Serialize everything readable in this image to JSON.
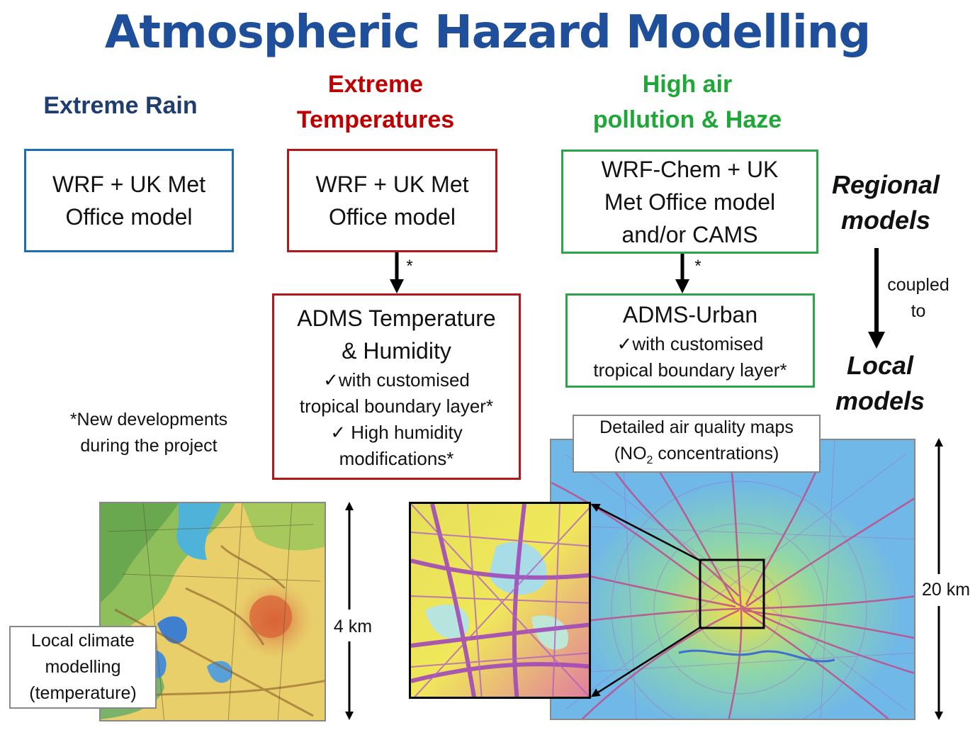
{
  "title": "Atmospheric Hazard Modelling",
  "categories": {
    "rain": "Extreme Rain",
    "temperature": [
      "Extreme",
      "Temperatures"
    ],
    "pollution": [
      "High air",
      "pollution & Haze"
    ]
  },
  "regional_boxes": {
    "rain": [
      "WRF + UK Met",
      "Office model"
    ],
    "temperature": [
      "WRF + UK Met",
      "Office model"
    ],
    "pollution": [
      "WRF-Chem + UK",
      "Met Office model",
      "and/or CAMS"
    ]
  },
  "asterisk": "*",
  "local_boxes": {
    "temperature": {
      "title": [
        "ADMS Temperature",
        "& Humidity"
      ],
      "notes": [
        "✓with customised",
        "tropical boundary layer*",
        "✓ High humidity",
        "modifications*"
      ]
    },
    "pollution": {
      "title": "ADMS-Urban",
      "notes": [
        "✓with customised",
        "tropical boundary layer*"
      ]
    }
  },
  "regional_models_label": [
    "Regional",
    "models"
  ],
  "coupled_to_label": [
    "coupled",
    "to"
  ],
  "local_models_label": [
    "Local",
    "models"
  ],
  "footnote": [
    "*New developments",
    "during the project"
  ],
  "air_quality_label": {
    "line1": "Detailed air quality maps",
    "line2_pre": "(NO",
    "line2_sub": "2",
    "line2_post": " concentrations)"
  },
  "local_climate_label": [
    "Local climate",
    "modelling",
    "(temperature)"
  ],
  "scale_4km": "4 km",
  "scale_20km": "20 km",
  "colors": {
    "title_blue": "#1f4e9a",
    "rain_blue": "#1f3d6e",
    "temp_red": "#c00000",
    "pollution_green": "#1fa838",
    "box_blue": "#1f6db5",
    "box_red": "#b0181d",
    "box_green": "#2ca64a"
  }
}
